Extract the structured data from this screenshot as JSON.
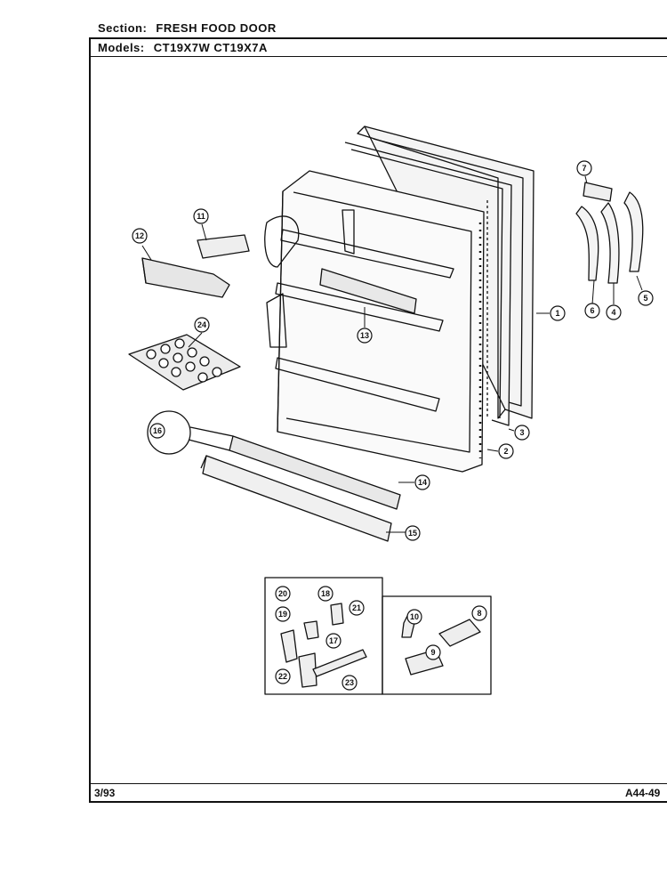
{
  "header": {
    "section_label": "Section:",
    "section_value": "FRESH FOOD DOOR",
    "models_label": "Models:",
    "models_value": "CT19X7W CT19X7A"
  },
  "footer": {
    "date": "3/93",
    "code": "A44-49"
  },
  "callouts": [
    "1",
    "2",
    "3",
    "4",
    "5",
    "6",
    "7",
    "8",
    "9",
    "10",
    "11",
    "12",
    "13",
    "14",
    "15",
    "16",
    "17",
    "18",
    "19",
    "20",
    "21",
    "22",
    "23",
    "24"
  ]
}
